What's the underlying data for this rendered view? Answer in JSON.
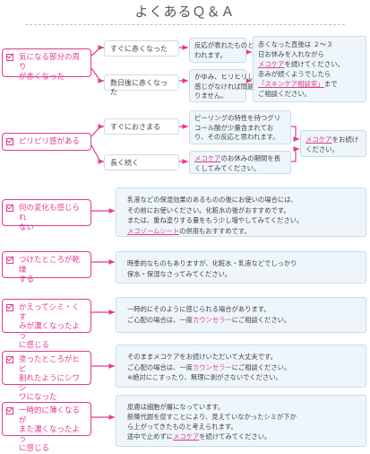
{
  "page": {
    "title": "よくあるＱ＆Ａ"
  },
  "colors": {
    "accent": "#e23a8d",
    "panel": "#eef6fb",
    "border": "#c8dced",
    "divider": "#a7c9e6"
  },
  "icons": {
    "checkbox": "checkbox-check-icon",
    "arrow": "right-arrow-icon"
  },
  "q1": {
    "question": [
      "気になる部分の周り",
      "が赤くなった"
    ],
    "branch_a": {
      "label": "すぐに赤くなった",
      "answer": [
        "反応が表れたものと思",
        "われます。"
      ]
    },
    "branch_b": {
      "label": "数日後に赤くなった",
      "answer": [
        "かゆみ、ヒリヒリした",
        "感じがなければ問題あ",
        "りません。"
      ]
    },
    "final": {
      "l1": "赤くなった直後は ２〜３",
      "l2": "日お休みを入れながら",
      "l3_hl": "メコケア",
      "l3_rest": "を続けてください。",
      "l4": "赤みが続くようでしたら",
      "l5_hl": "「スキンケア相談室」",
      "l5_rest": "まで",
      "l6": "ご相談ください。"
    }
  },
  "q2": {
    "question": [
      "ピリピリ感がある"
    ],
    "branch_a": {
      "label": "すぐにおさまる",
      "answer": [
        "ピーリングの特性を持つグリ",
        "コール酸が少量含まれてお",
        "り、その反応と思われます。"
      ]
    },
    "branch_b": {
      "label": "長く続く",
      "answer_l1_hl": "メコケア",
      "answer_l1_rest": "のお休みの期間を長",
      "answer_l2": "くしてみてください。"
    },
    "final": {
      "l1_hl": "メコケア",
      "l1_rest": "をお続け",
      "l2": "ください。"
    }
  },
  "q3": {
    "question": [
      "何の変化も感じられ",
      "ない"
    ],
    "answer": {
      "l1": "乳液などの保湿効果のあるものの後にお使いの場合には、",
      "l2": "その前にお使いください。化粧水の後がおすすめです。",
      "l3": "または、重ね塗りする量をもう少し増やしてみてください。",
      "l4_hl": "メコゾームシート",
      "l4_rest": "の併用もおすすめです。"
    }
  },
  "q4": {
    "question": [
      "つけたところが乾燥",
      "する"
    ],
    "answer": {
      "l1": "時季的なものもありますが、化粧水・乳液などでしっかり",
      "l2": "保水・保湿なさってみてください。"
    }
  },
  "q5": {
    "question": [
      "かえってシミ・くす",
      "みが濃くなったよう",
      "に感じる"
    ],
    "answer": {
      "l1": "一時的にそのように感じられる場合があります。",
      "l2_pre": "ご心配の場合は、一度",
      "l2_hl": "カウンセラー",
      "l2_post": "にご相談ください。"
    }
  },
  "q6": {
    "question": [
      "塗ったところがヒビ",
      "割れたようにシワシ",
      "ワになった"
    ],
    "answer": {
      "l1": "そのままメコケアをお続けいただいて大丈夫です。",
      "l2_pre": "ご心配の場合は、一度",
      "l2_hl": "カウンセラー",
      "l2_post": "にご相談ください。",
      "l3": "※絶対にこすったり、無理に剥がさないでください。"
    }
  },
  "q7": {
    "question": [
      "一時的に薄くなるが",
      "また濃くなったよう",
      "に感じる"
    ],
    "answer": {
      "l1": "皮膚は細胞が層になっています。",
      "l2": "新陳代謝を促すことにより、見えていなかったシミが下か",
      "l3": "ら上がってきたものと考えられます。",
      "l4_pre": "途中で止めずに",
      "l4_hl": "メコケア",
      "l4_post": "を続けてみてください。"
    }
  }
}
